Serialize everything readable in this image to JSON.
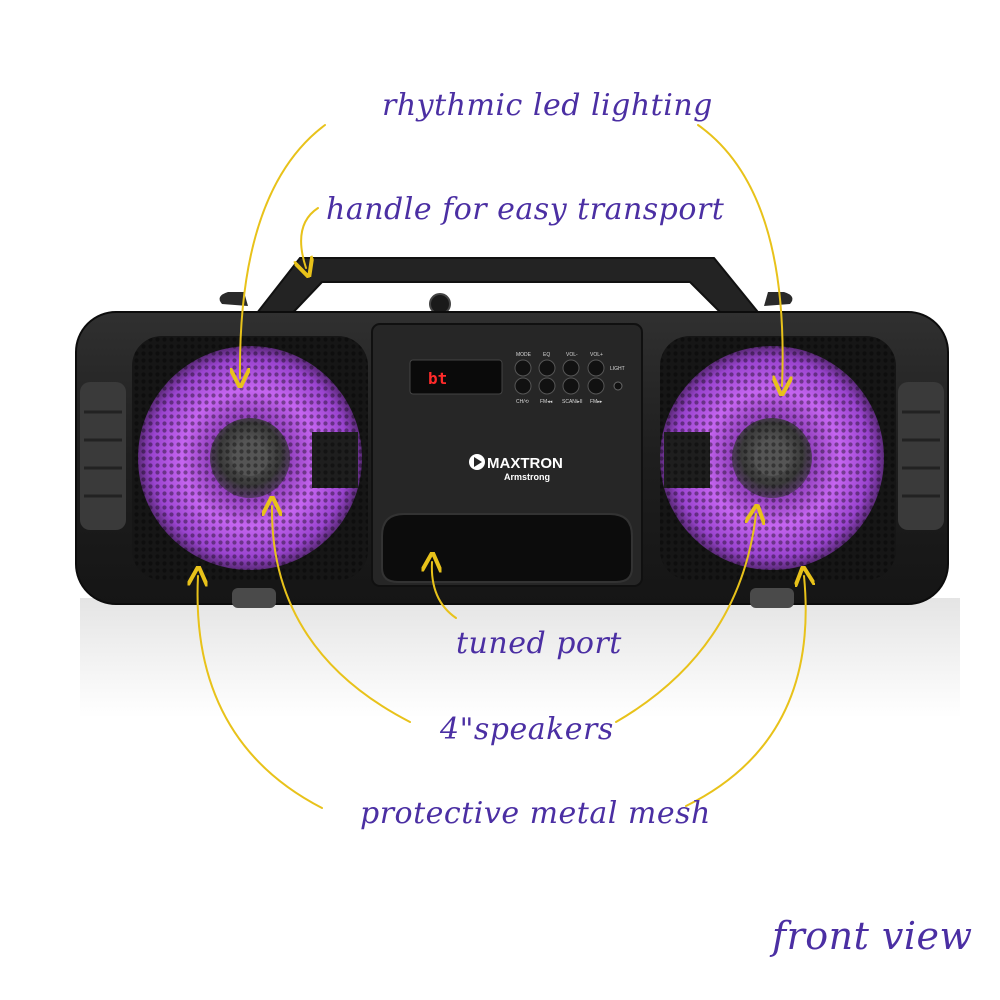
{
  "callouts": {
    "rhythmic_lighting": "rhythmic led lighting",
    "handle": "handle for easy transport",
    "tuned_port": "tuned port",
    "speakers": "4\"speakers",
    "mesh": "protective metal mesh",
    "view": "front view"
  },
  "device": {
    "brand": "MAXTRON",
    "model": "Armstrong",
    "display_text": "bt",
    "top_buttons": [
      "MODE",
      "EQ",
      "VOL-",
      "VOL+",
      "LIGHT"
    ],
    "bottom_buttons": [
      "CH/⟲",
      "FM◂◂",
      "SCAN/▸II",
      "FM▸▸"
    ]
  },
  "colors": {
    "annotation_text": "#4b2fa3",
    "arrow": "#e8c21a",
    "speaker_glow": "#b14fe6",
    "body": "#242424",
    "display": "#ff2a2a"
  }
}
